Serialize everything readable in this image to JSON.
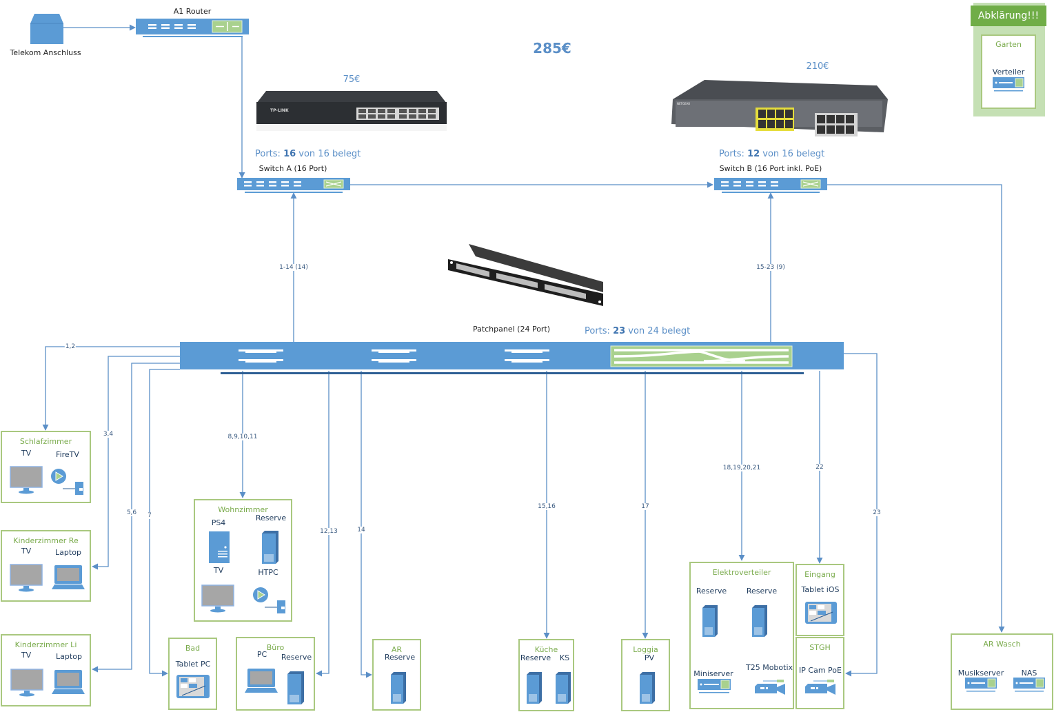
{
  "title_total": "285€",
  "isp": {
    "label": "Telekom Anschluss",
    "icon": "isp-box-icon"
  },
  "router": {
    "label": "A1 Router",
    "icon": "router-icon"
  },
  "switch_a": {
    "price": "75€",
    "ports_prefix": "Ports: ",
    "ports_used": "16",
    "ports_suffix": " von 16 belegt",
    "label": "Switch A (16 Port)",
    "brand_photo": "tp-link-switch-photo"
  },
  "switch_b": {
    "price": "210€",
    "ports_prefix": "Ports: ",
    "ports_used": "12",
    "ports_suffix": " von 16 belegt",
    "label": "Switch B (16 Port inkl. PoE)",
    "brand_photo": "netgear-poe-switch-photo"
  },
  "patchpanel": {
    "label": "Patchpanel (24 Port)",
    "ports_prefix": "Ports: ",
    "ports_used": "23",
    "ports_suffix": " von 24 belegt"
  },
  "abklaerung": {
    "banner": "Abklärung!!!",
    "room": "Garten",
    "device": "Verteiler"
  },
  "uplinks": {
    "to_switch_a": "1-14 (14)",
    "to_switch_b": "15-23 (9)"
  },
  "wire_labels": {
    "p12": "1,2",
    "p34": "3,4",
    "p56": "5,6",
    "p7": "7",
    "p8_11": "8,9,10,11",
    "p12_13": "12,13",
    "p14": "14",
    "p15_16": "15,16",
    "p17": "17",
    "p18_21": "18,19,20,21",
    "p22": "22",
    "p23": "23"
  },
  "rooms": {
    "schlafzimmer": {
      "title": "Schlafzimmer",
      "devices": [
        "TV",
        "FireTV"
      ]
    },
    "kinder_re": {
      "title": "Kinderzimmer Re",
      "devices": [
        "TV",
        "Laptop"
      ]
    },
    "kinder_li": {
      "title": "Kinderzimmer Li",
      "devices": [
        "TV",
        "Laptop"
      ]
    },
    "wohnzimmer": {
      "title": "Wohnzimmer",
      "devices": [
        "PS4",
        "Reserve",
        "TV",
        "HTPC"
      ]
    },
    "bad": {
      "title": "Bad",
      "devices": [
        "Tablet PC"
      ]
    },
    "buero": {
      "title": "Büro",
      "devices": [
        "PC",
        "Reserve"
      ]
    },
    "ar": {
      "title": "AR",
      "devices": [
        "Reserve"
      ]
    },
    "kueche": {
      "title": "Küche",
      "devices": [
        "Reserve",
        "KS"
      ]
    },
    "loggia": {
      "title": "Loggia",
      "devices": [
        "PV"
      ]
    },
    "elektro": {
      "title": "Elektroverteiler",
      "devices": [
        "Reserve",
        "Reserve",
        "Miniserver",
        "T25 Mobotix"
      ]
    },
    "eingang": {
      "title": "Eingang",
      "devices": [
        "Tablet iOS"
      ]
    },
    "stgh": {
      "title": "STGH",
      "devices": [
        "IP Cam PoE"
      ]
    },
    "ar_wasch": {
      "title": "AR Wasch",
      "devices": [
        "Musikserver",
        "NAS"
      ]
    }
  },
  "colors": {
    "wire": "#5b8fc7",
    "device_blue": "#5b9bd5",
    "room_border": "#a9c87f",
    "room_title": "#7aab4c",
    "accent_green": "#70ad47",
    "price_blue": "#5b8fc7"
  }
}
